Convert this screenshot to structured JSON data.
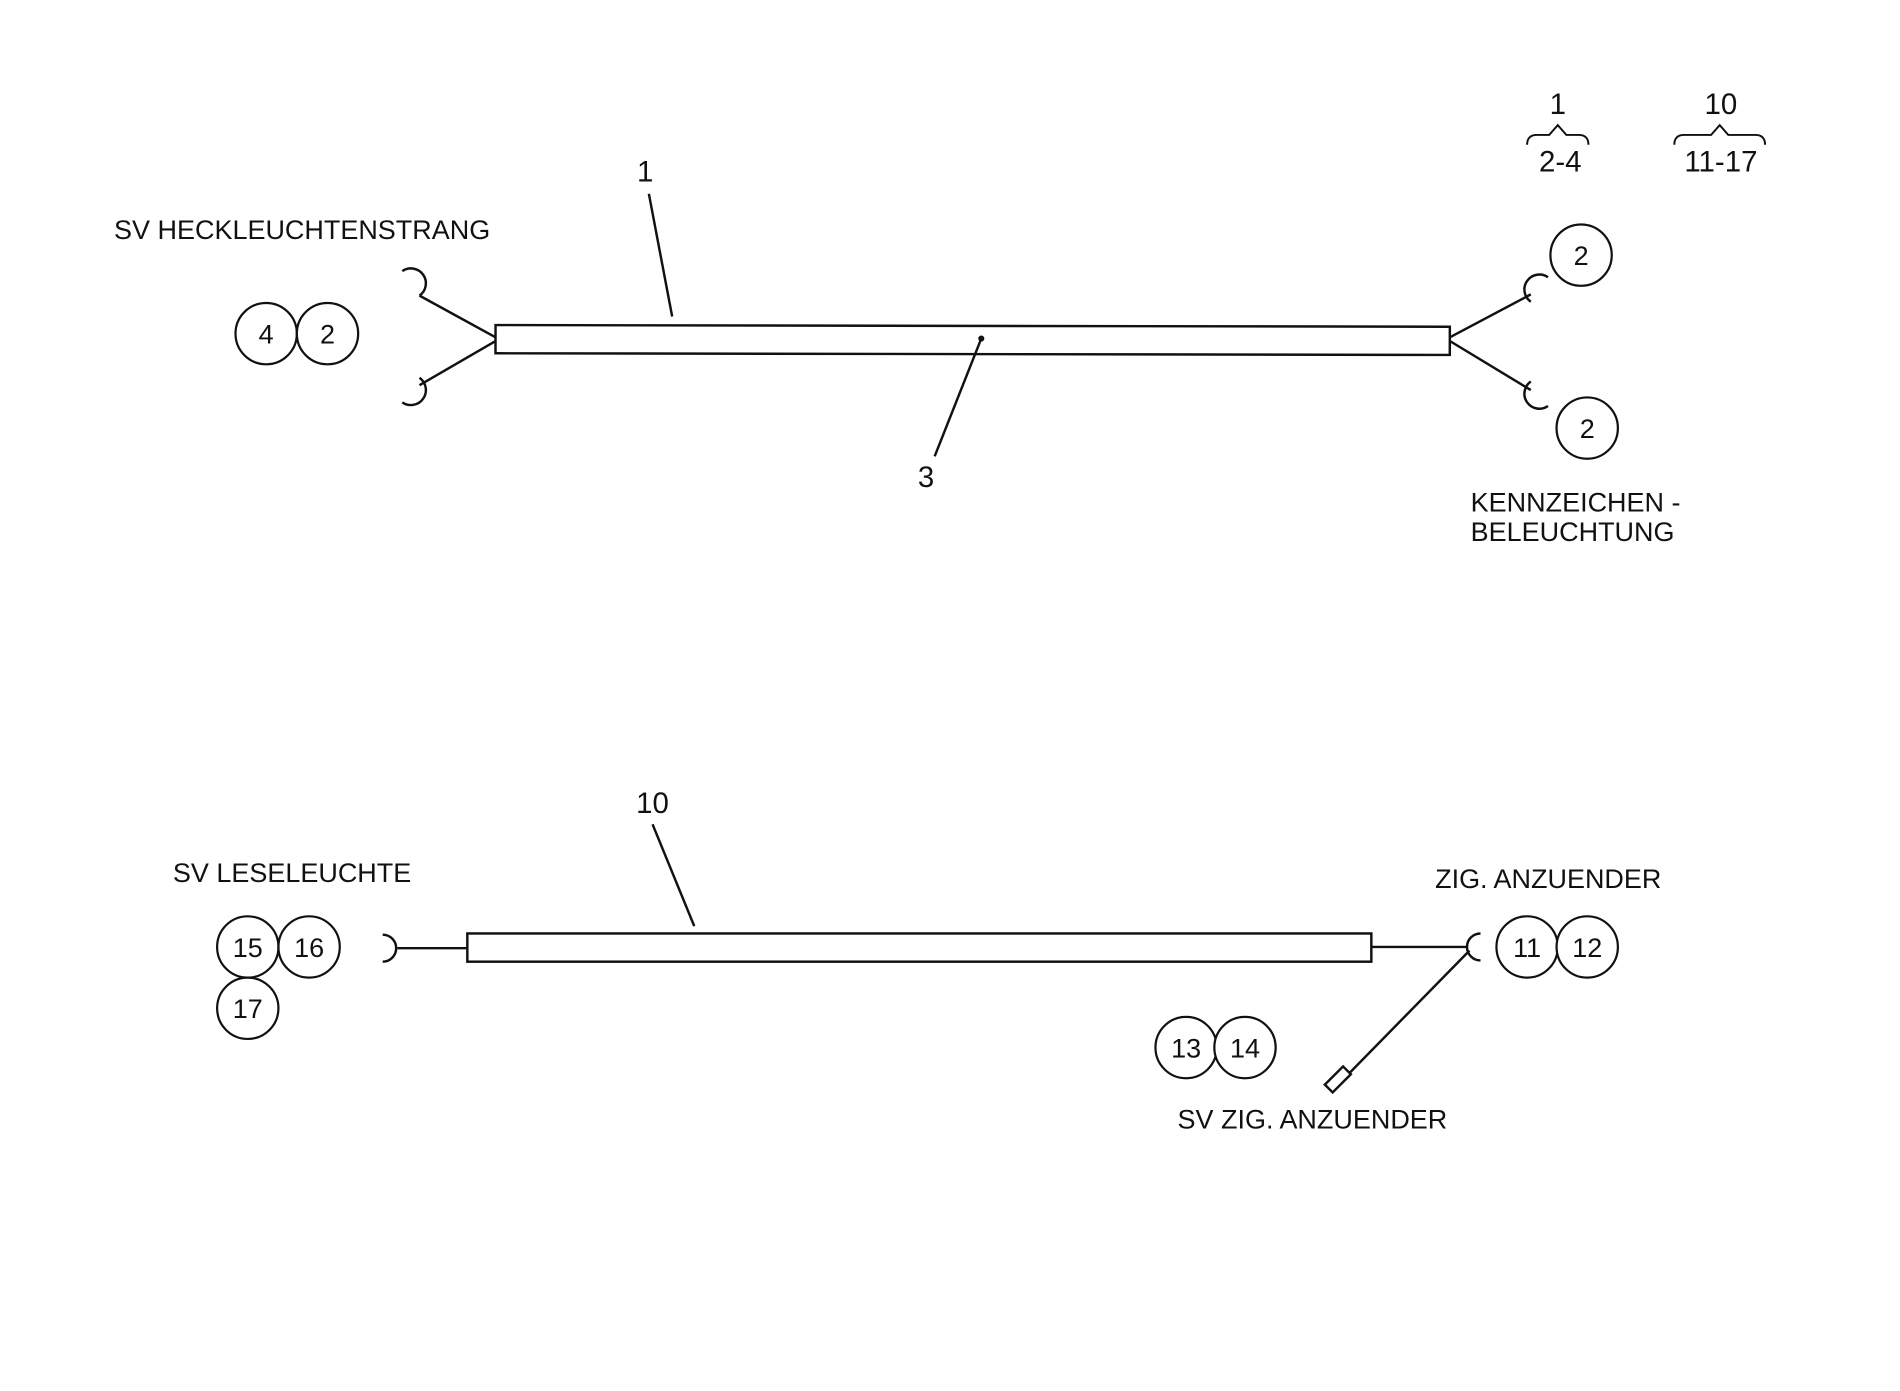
{
  "legend": [
    {
      "top": "1",
      "bottom": "2-4"
    },
    {
      "top": "10",
      "bottom": "11-17"
    }
  ],
  "harness1": {
    "item_number": "1",
    "leader_number": "3",
    "left_label": "SV HECKLEUCHTENSTRANG",
    "left_parts": [
      "4",
      "2"
    ],
    "right_parts": [
      "2",
      "2"
    ],
    "right_label_line1": "KENNZEICHEN -",
    "right_label_line2": "BELEUCHTUNG"
  },
  "harness2": {
    "item_number": "10",
    "left_label": "SV LESELEUCHTE",
    "left_parts": [
      "15",
      "16",
      "17"
    ],
    "right_label": "ZIG. ANZUENDER",
    "right_parts": [
      "11",
      "12"
    ],
    "branch_parts": [
      "13",
      "14"
    ],
    "branch_label": "SV ZIG. ANZUENDER"
  }
}
